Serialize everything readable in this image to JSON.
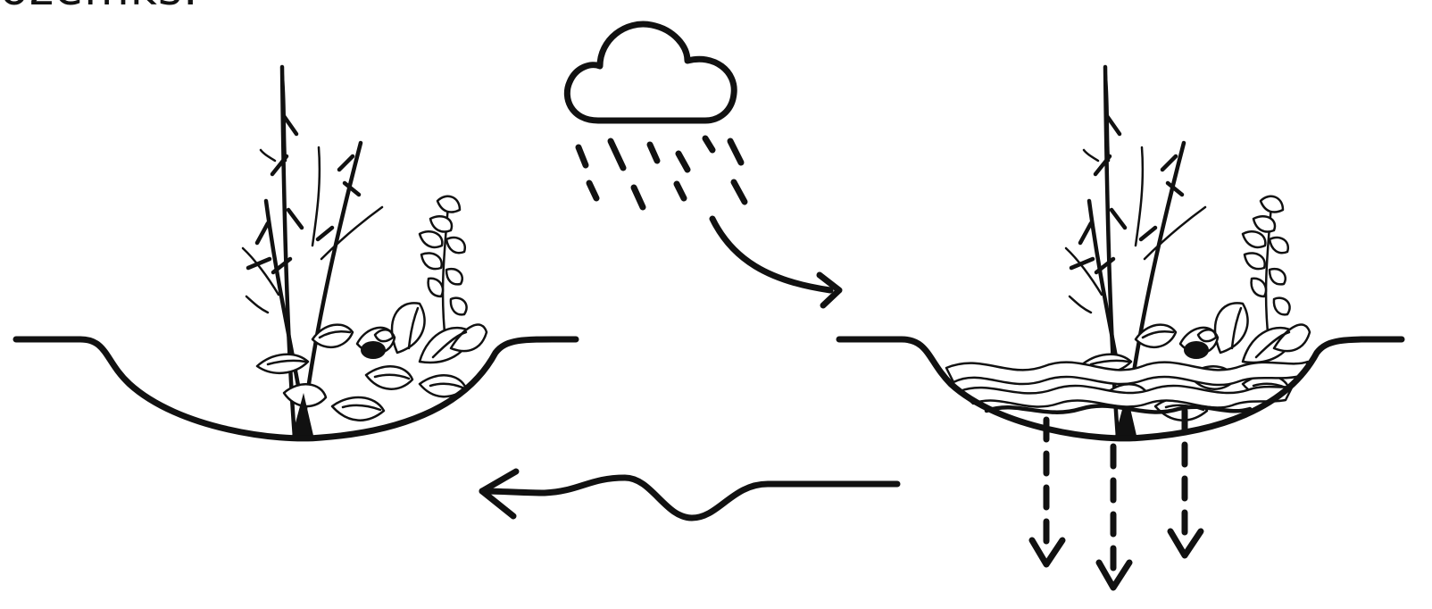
{
  "header": {
    "text": "ozemks."
  },
  "colors": {
    "ink": "#111111",
    "background": "#ffffff"
  },
  "diagram": {
    "elements": [
      {
        "name": "dry-planted-basin",
        "kind": "illustration"
      },
      {
        "name": "rain-cloud-icon",
        "kind": "icon"
      },
      {
        "name": "runoff-arrow",
        "kind": "arrow"
      },
      {
        "name": "flooded-planted-basin",
        "kind": "illustration"
      },
      {
        "name": "infiltration-arrows",
        "kind": "arrow",
        "count": 3
      },
      {
        "name": "return-flow-arrow",
        "kind": "arrow"
      }
    ]
  }
}
